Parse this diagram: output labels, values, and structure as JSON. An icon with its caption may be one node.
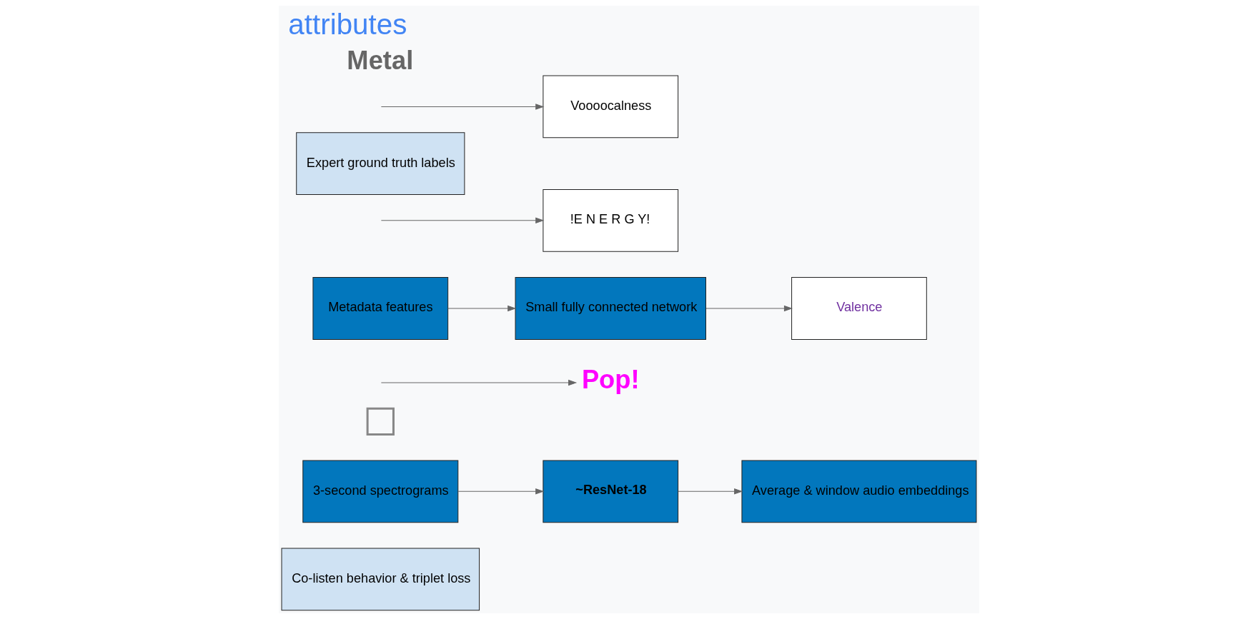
{
  "diagram": {
    "title": "attributes",
    "nodes": [
      {
        "text": [
          "Co-listen behavior & triplet loss"
        ]
      },
      {
        "text": [
          "3-second spectrograms"
        ]
      },
      {
        "text": [
          "~ResNet-18"
        ]
      },
      {
        "text": [
          "Average & window audio embeddings"
        ]
      },
      {
        "text": [],
        "shape": "plus"
      },
      {
        "text": [
          "Pop!"
        ]
      },
      {
        "text": [
          "Small fully connected network"
        ]
      },
      {
        "text": [
          "Metadata features"
        ]
      },
      {
        "text": [
          "Valence"
        ]
      },
      {
        "text": [
          "!E N E R G Y!"
        ]
      },
      {
        "text": [
          "Expert ground truth labels"
        ]
      },
      {
        "text": [
          "Voooocalness"
        ]
      }
    ],
    "edges": [
      {
        "from": 1,
        "to": 2,
        "arrow": "to"
      },
      {
        "from": 2,
        "to": 3,
        "arrow": "to"
      },
      {
        "from": 7,
        "to": 6,
        "arrow": "to"
      },
      {
        "from": 6,
        "to": 8,
        "arrow": "to"
      },
      {
        "from": null,
        "to": 5,
        "arrow": "to"
      },
      {
        "from": null,
        "to": 9,
        "arrow": "to"
      },
      {
        "from": null,
        "to": 11,
        "arrow": "to"
      }
    ],
    "labels": [
      "Metal"
    ]
  }
}
